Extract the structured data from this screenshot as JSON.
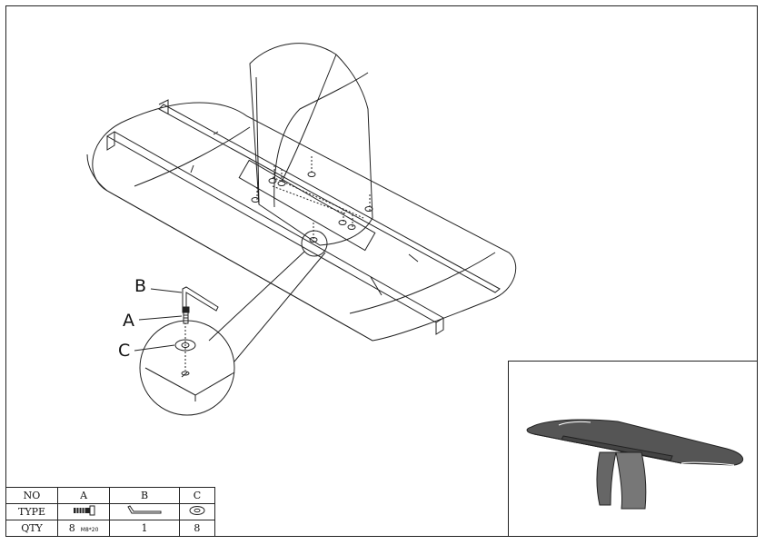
{
  "callouts": {
    "a": "A",
    "b": "B",
    "c": "C"
  },
  "table": {
    "row_labels": {
      "no": "NO",
      "type": "TYPE",
      "qty": "QTY"
    },
    "parts": [
      {
        "no": "A",
        "type_icon": "bolt-icon",
        "qty": "8",
        "qty_note": "M8*20"
      },
      {
        "no": "B",
        "type_icon": "allen-key-icon",
        "qty": "1"
      },
      {
        "no": "C",
        "type_icon": "washer-icon",
        "qty": "8"
      }
    ]
  },
  "colors": {
    "line": "#222222",
    "background": "#ffffff"
  }
}
